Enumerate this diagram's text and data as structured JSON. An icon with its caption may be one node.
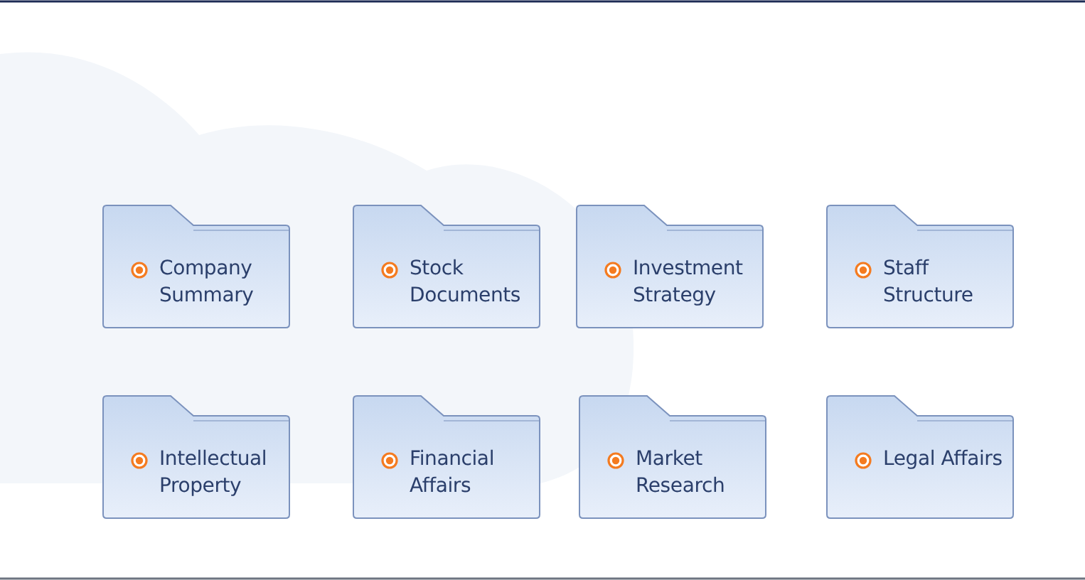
{
  "diagram": {
    "nodes": [
      {
        "text": [
          "Company Summary"
        ]
      },
      {
        "text": [
          "Stock Documents"
        ]
      },
      {
        "text": [
          "Investment Strategy"
        ]
      },
      {
        "text": [
          "Staff Structure"
        ]
      },
      {
        "text": [
          "Intellectual Property"
        ]
      },
      {
        "text": [
          "Financial Affairs"
        ]
      },
      {
        "text": [
          "Market Research"
        ]
      },
      {
        "text": [
          "Legal Affairs"
        ]
      }
    ]
  }
}
